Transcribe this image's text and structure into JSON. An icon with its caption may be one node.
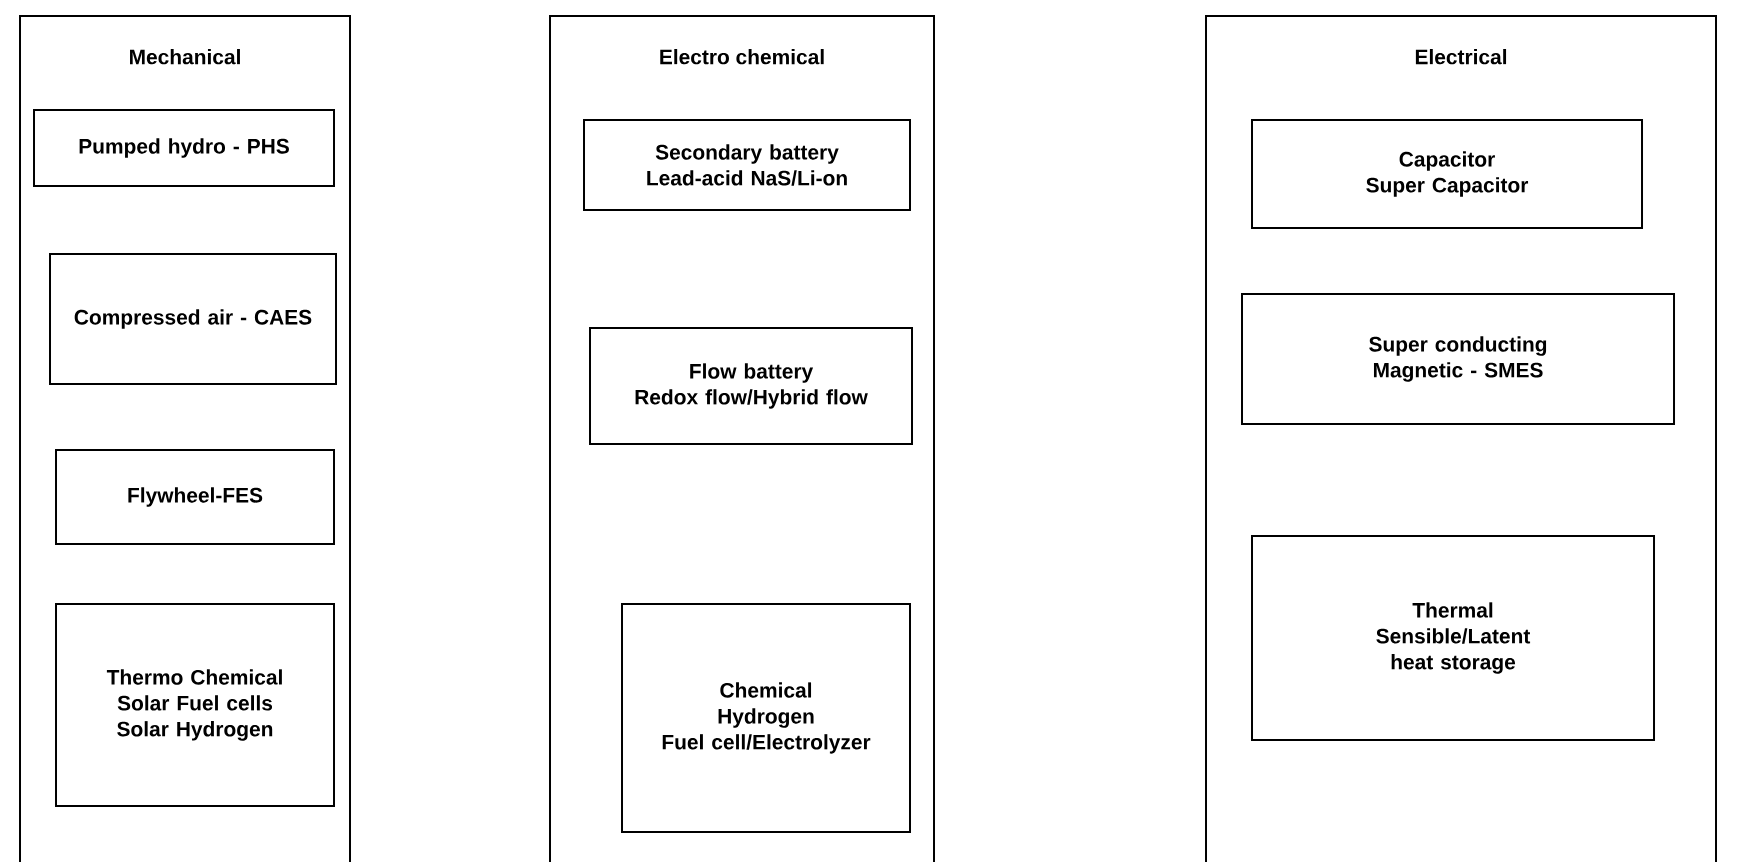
{
  "diagram": {
    "nodes": [
      {
        "text": [
          "Mechanical"
        ]
      },
      {
        "text": [
          "Pumped hydro - PHS"
        ],
        "in": 0
      },
      {
        "text": [
          "Compressed air - CAES"
        ],
        "in": 0
      },
      {
        "text": [
          "Flywheel-FES"
        ],
        "in": 0
      },
      {
        "text": [
          "Thermo Chemical",
          "Solar Fuel cells",
          "Solar Hydrogen"
        ],
        "in": 0
      },
      {
        "text": [
          "Electro chemical"
        ]
      },
      {
        "text": [
          "Secondary  battery",
          "Lead-acid NaS/Li-on"
        ],
        "in": 5
      },
      {
        "text": [
          "Flow battery",
          "Redox flow/Hybrid flow"
        ],
        "in": 5
      },
      {
        "text": [
          "Chemical",
          "Hydrogen",
          "Fuel cell/Electrolyzer"
        ],
        "in": 5
      },
      {
        "text": [
          "Electrical"
        ]
      },
      {
        "text": [
          "Capacitor",
          "Super Capacitor"
        ],
        "in": 9
      },
      {
        "text": [
          "Super conducting Magnetic - SMES"
        ],
        "in": 9
      },
      {
        "text": [
          "Thermal",
          "Sensible/Latent",
          "heat storage"
        ],
        "in": 9
      }
    ]
  }
}
